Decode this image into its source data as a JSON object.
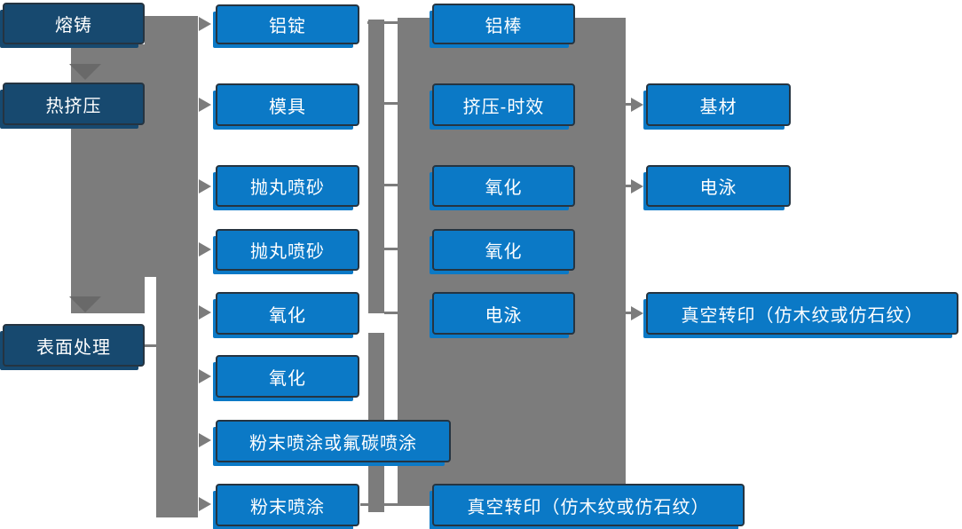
{
  "diagram": {
    "type": "flowchart",
    "colors": {
      "stage_box": "#17496F",
      "process_box": "#0B79C6",
      "box_border": "#253441",
      "connector_gray": "#7C7C7C",
      "arrowhead_dark_gray": "#696969",
      "text": "#FFFFFF",
      "background": "#FFFFFF"
    }
  },
  "columns": [
    {
      "name": "main-stages",
      "items": [
        {
          "label": "熔铸"
        },
        {
          "label": "热挤压"
        },
        {
          "label": "表面处理"
        }
      ]
    },
    {
      "name": "stage-2",
      "items": [
        {
          "label": "铝锭"
        },
        {
          "label": "模具"
        },
        {
          "label": "抛丸喷砂"
        },
        {
          "label": "抛丸喷砂"
        },
        {
          "label": "氧化"
        },
        {
          "label": "氧化"
        },
        {
          "label": "粉末喷涂或氟碳喷涂"
        },
        {
          "label": "粉末喷涂"
        }
      ]
    },
    {
      "name": "stage-3",
      "items": [
        {
          "label": "铝棒"
        },
        {
          "label": "挤压-时效"
        },
        {
          "label": "氧化"
        },
        {
          "label": "氧化"
        },
        {
          "label": "电泳"
        },
        {
          "label": "真空转印（仿木纹或仿石纹）"
        }
      ]
    },
    {
      "name": "stage-4",
      "items": [
        {
          "label": "基材"
        },
        {
          "label": "电泳"
        },
        {
          "label": "真空转印（仿木纹或仿石纹）"
        }
      ]
    }
  ]
}
